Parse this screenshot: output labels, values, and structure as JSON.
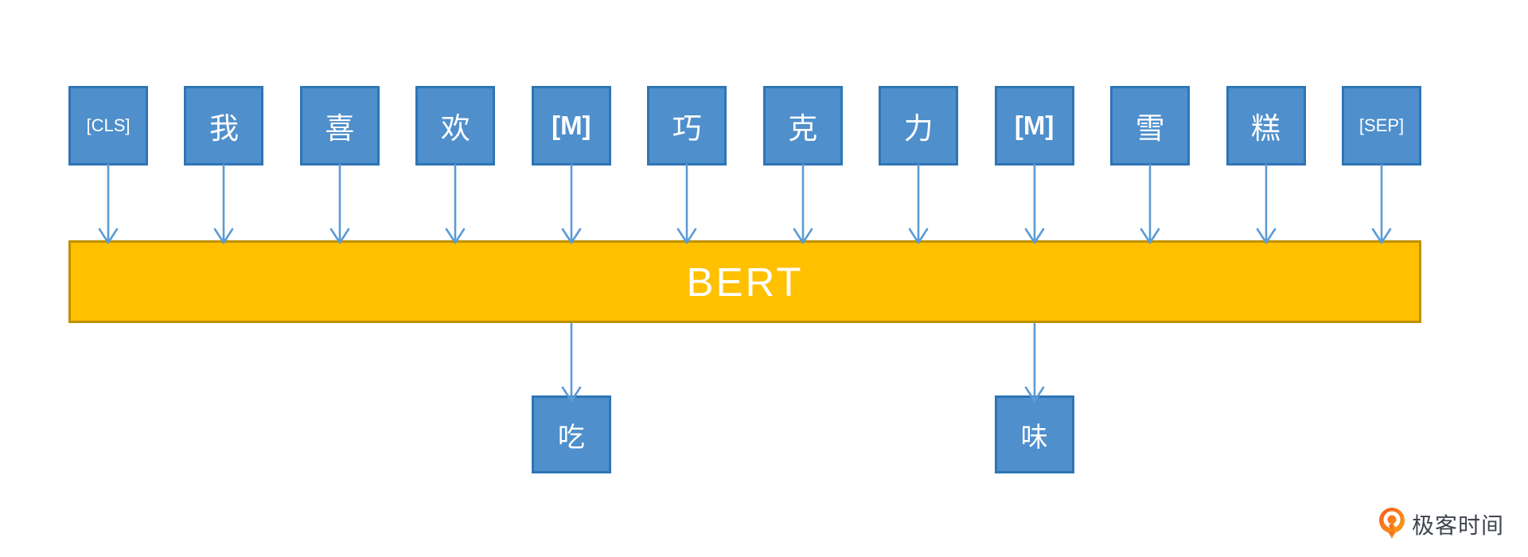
{
  "diagram": {
    "model_title": "BERT",
    "input_tokens": [
      {
        "label": "[CLS]",
        "type": "special"
      },
      {
        "label": "我",
        "type": "char"
      },
      {
        "label": "喜",
        "type": "char"
      },
      {
        "label": "欢",
        "type": "char"
      },
      {
        "label": "[M]",
        "type": "mask"
      },
      {
        "label": "巧",
        "type": "char"
      },
      {
        "label": "克",
        "type": "char"
      },
      {
        "label": "力",
        "type": "char"
      },
      {
        "label": "[M]",
        "type": "mask"
      },
      {
        "label": "雪",
        "type": "char"
      },
      {
        "label": "糕",
        "type": "char"
      },
      {
        "label": "[SEP]",
        "type": "special"
      }
    ],
    "output_predictions": [
      {
        "label": "吃",
        "aligned_token_index": 4
      },
      {
        "label": "味",
        "aligned_token_index": 8
      }
    ],
    "colors": {
      "token_fill": "#4F8FCC",
      "token_border": "#2E75B6",
      "arrow": "#5B9BD5",
      "bar_fill": "#FFC000",
      "bar_border": "#BF9000",
      "text_on_blue": "#FFFFFF",
      "text_on_bar": "#FFFFFF"
    }
  },
  "watermark": {
    "brand": "极客时间",
    "icon": "geektime-logo-icon",
    "icon_color": "#F8771F",
    "text_color": "#40454E"
  }
}
